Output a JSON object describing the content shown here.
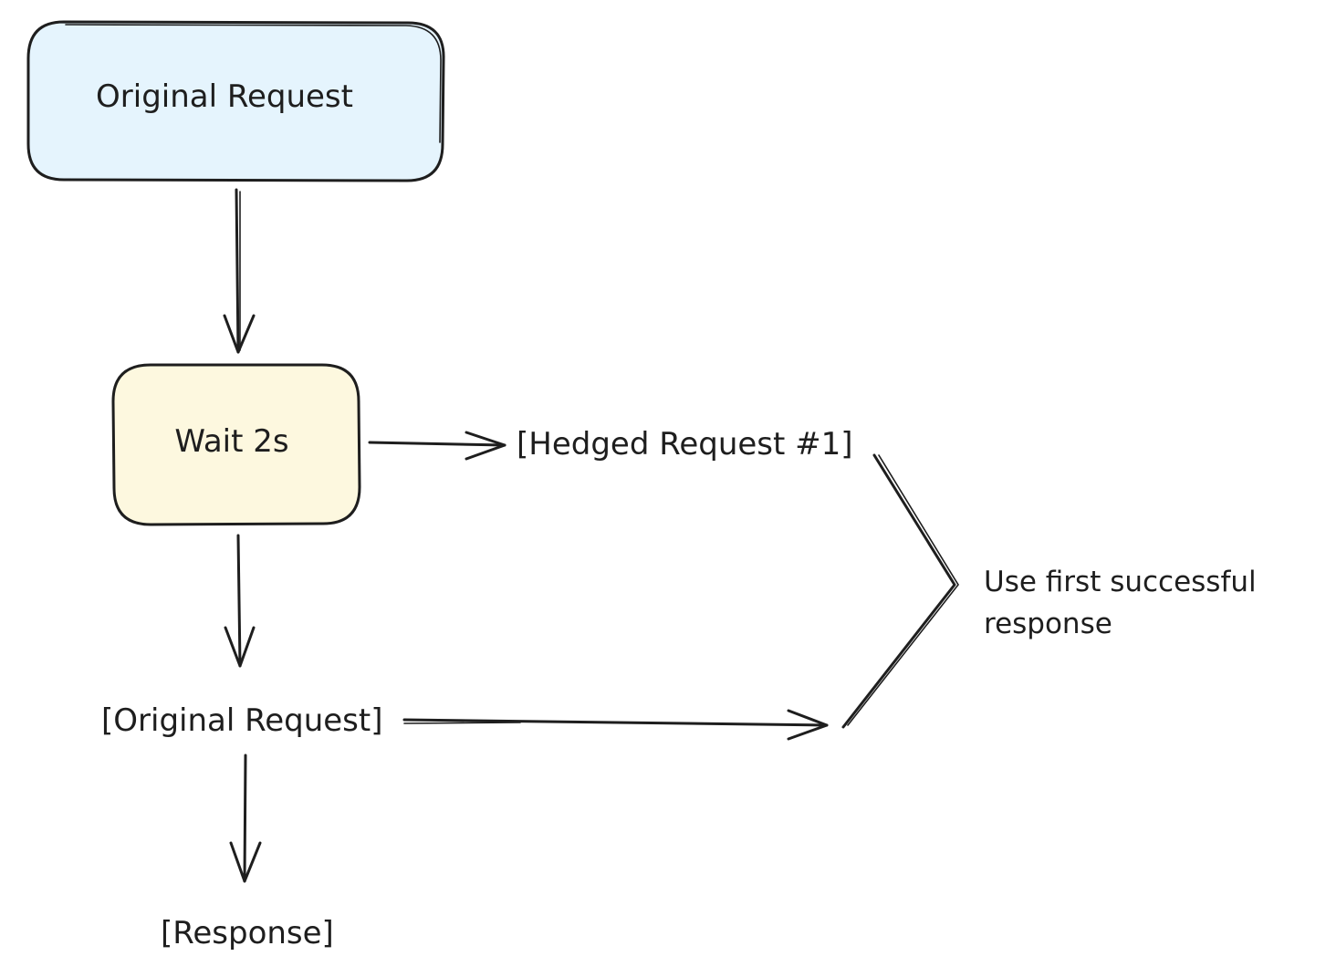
{
  "colors": {
    "ink": "#1e1e1e",
    "request_box_fill": "#e5f4fd",
    "wait_box_fill": "#fdf8df",
    "background": "#ffffff"
  },
  "nodes": {
    "original_request_box": {
      "label": "Original Request"
    },
    "wait_box": {
      "label": "Wait 2s"
    },
    "hedged_request": {
      "label": "[Hedged Request #1]"
    },
    "original_request_branch": {
      "label": "[Original Request]"
    },
    "response": {
      "label": "[Response]"
    }
  },
  "note": {
    "line1": "Use first successful",
    "line2": "response"
  }
}
